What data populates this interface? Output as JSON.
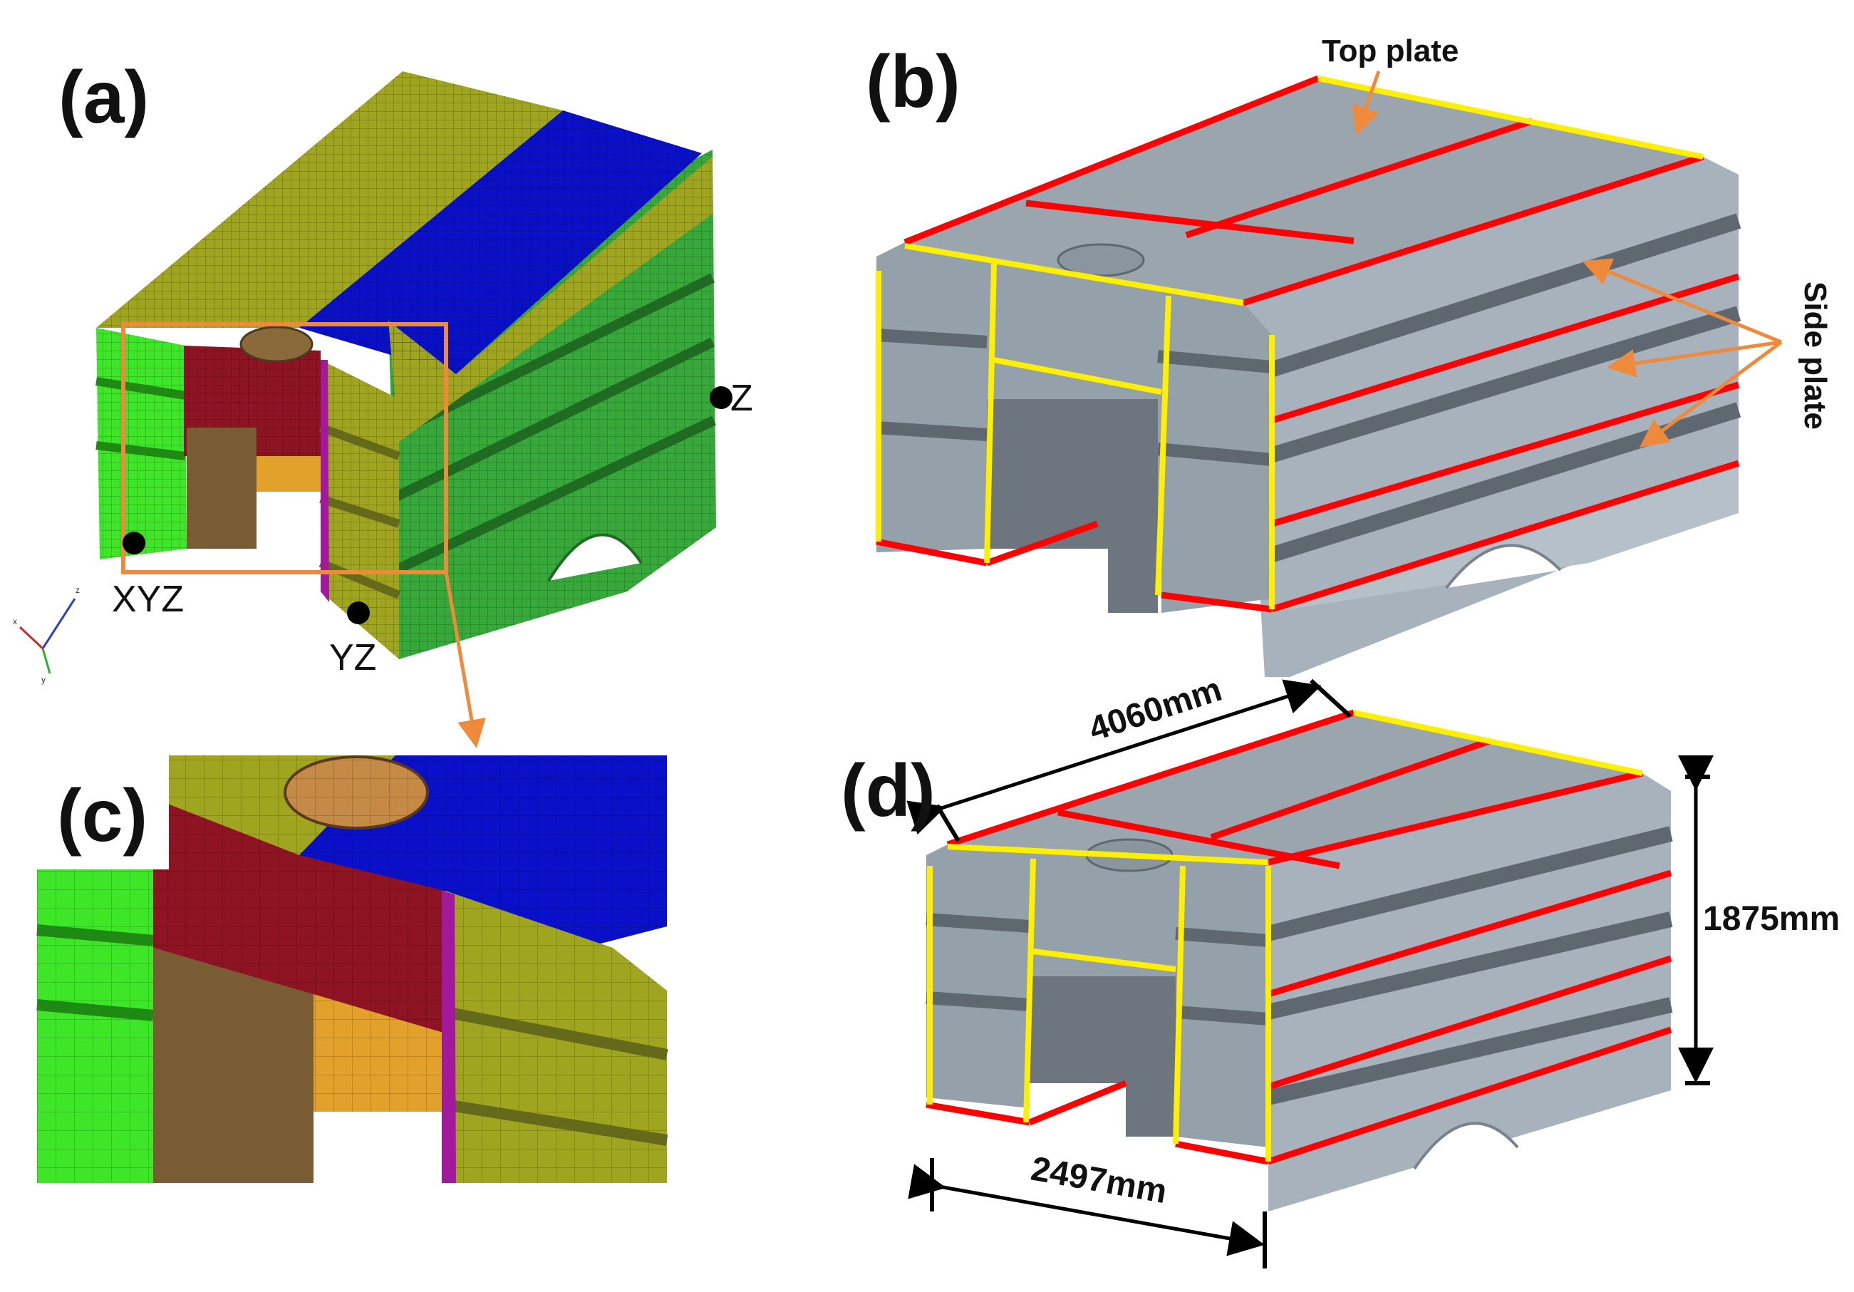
{
  "panels": {
    "a": {
      "label": "(a)"
    },
    "b": {
      "label": "(b)"
    },
    "c": {
      "label": "(c)"
    },
    "d": {
      "label": "(d)"
    }
  },
  "constraints": {
    "xyz": "XYZ",
    "yz": "YZ",
    "z": "Z"
  },
  "callouts": {
    "top_plate": "Top plate",
    "side_plate": "Side plate"
  },
  "dimensions": {
    "length": "4060mm",
    "height": "1875mm",
    "width": "2497mm"
  },
  "axis_triad": {
    "x": "x",
    "y": "y",
    "z": "z"
  },
  "colors": {
    "mesh_blue": "#0a10c8",
    "mesh_olive": "#9fa51e",
    "mesh_green": "#37a83a",
    "mesh_bright_green": "#3ee628",
    "mesh_maroon": "#8e1424",
    "mesh_orange": "#e2a12a",
    "cad_gray": "#a7b2bc",
    "edge_red": "#ff0000",
    "edge_yellow": "#ffef00",
    "zoom_box": "#ef8a3a"
  }
}
